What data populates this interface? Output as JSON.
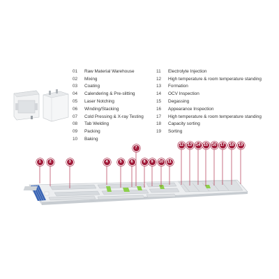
{
  "legend": {
    "left": [
      {
        "num": "01",
        "label": "Raw Material Warehouse"
      },
      {
        "num": "02",
        "label": "Mixing"
      },
      {
        "num": "03",
        "label": "Coating"
      },
      {
        "num": "04",
        "label": "Calendering & Pre-slitting"
      },
      {
        "num": "05",
        "label": "Laser Notching"
      },
      {
        "num": "06",
        "label": "Winding/Stacking"
      },
      {
        "num": "07",
        "label": "Cold Pressing & X-ray Testing"
      },
      {
        "num": "08",
        "label": "Tab Welding"
      },
      {
        "num": "09",
        "label": "Packing"
      },
      {
        "num": "10",
        "label": "Baking"
      }
    ],
    "right": [
      {
        "num": "11",
        "label": "Electrolyte Injection"
      },
      {
        "num": "12",
        "label": "High temperature & room temperature standing"
      },
      {
        "num": "13",
        "label": "Formation"
      },
      {
        "num": "14",
        "label": "OCV Inspection"
      },
      {
        "num": "15",
        "label": "Degassing"
      },
      {
        "num": "16",
        "label": "Appearance Inspection"
      },
      {
        "num": "17",
        "label": "High temperature & room temperature standing"
      },
      {
        "num": "18",
        "label": "Capacity sorting"
      },
      {
        "num": "19",
        "label": "Sorting"
      }
    ]
  },
  "markers": [
    "1",
    "2",
    "3",
    "4",
    "5",
    "6",
    "7",
    "8",
    "9",
    "10",
    "11",
    "12",
    "13",
    "14",
    "15",
    "16",
    "17",
    "18",
    "19"
  ],
  "colors": {
    "marker": "#a11d3b",
    "floor": "#e6e8ea",
    "equipment": "#c9cdd2",
    "blue_racks": "#2f5fb0",
    "green_zone": "#8ccf4a"
  }
}
